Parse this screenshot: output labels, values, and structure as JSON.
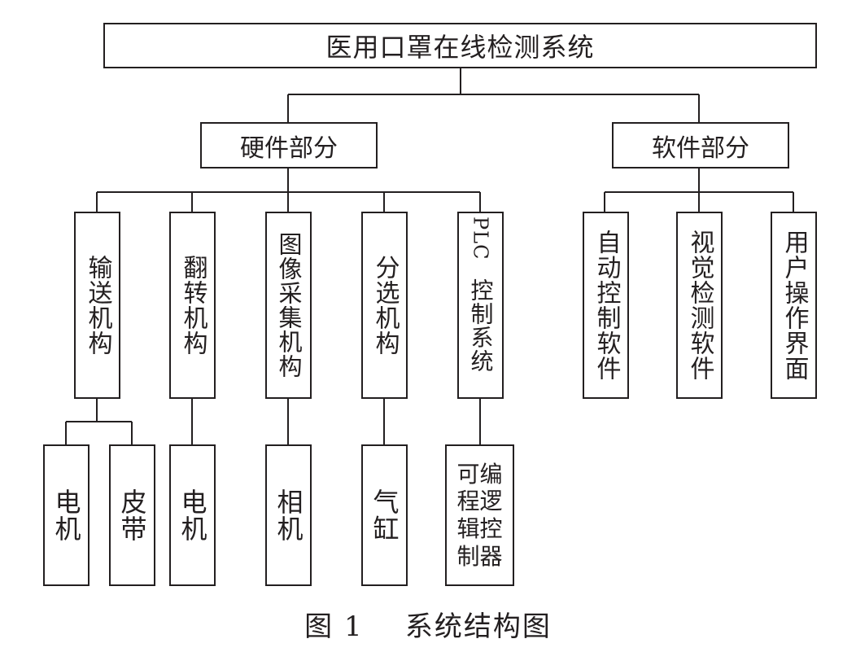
{
  "root": {
    "label": "医用口罩在线检测系统"
  },
  "hardware": {
    "label": "硬件部分",
    "children": [
      {
        "label": "输送机构",
        "parts": [
          "电机",
          "皮带"
        ]
      },
      {
        "label": "翻转机构",
        "parts": [
          "电机"
        ]
      },
      {
        "label": "图像采集机构",
        "parts": [
          "相机"
        ]
      },
      {
        "label": "分选机构",
        "parts": [
          "气缸"
        ]
      },
      {
        "label_prefix": "PLC",
        "label": "控制系统",
        "parts": [
          "可编程逻辑控制器"
        ]
      }
    ]
  },
  "software": {
    "label": "软件部分",
    "children": [
      {
        "label": "自动控制软件"
      },
      {
        "label": "视觉检测软件"
      },
      {
        "label": "用户操作界面"
      }
    ]
  },
  "caption": {
    "number": "图 1",
    "title": "系统结构图"
  }
}
